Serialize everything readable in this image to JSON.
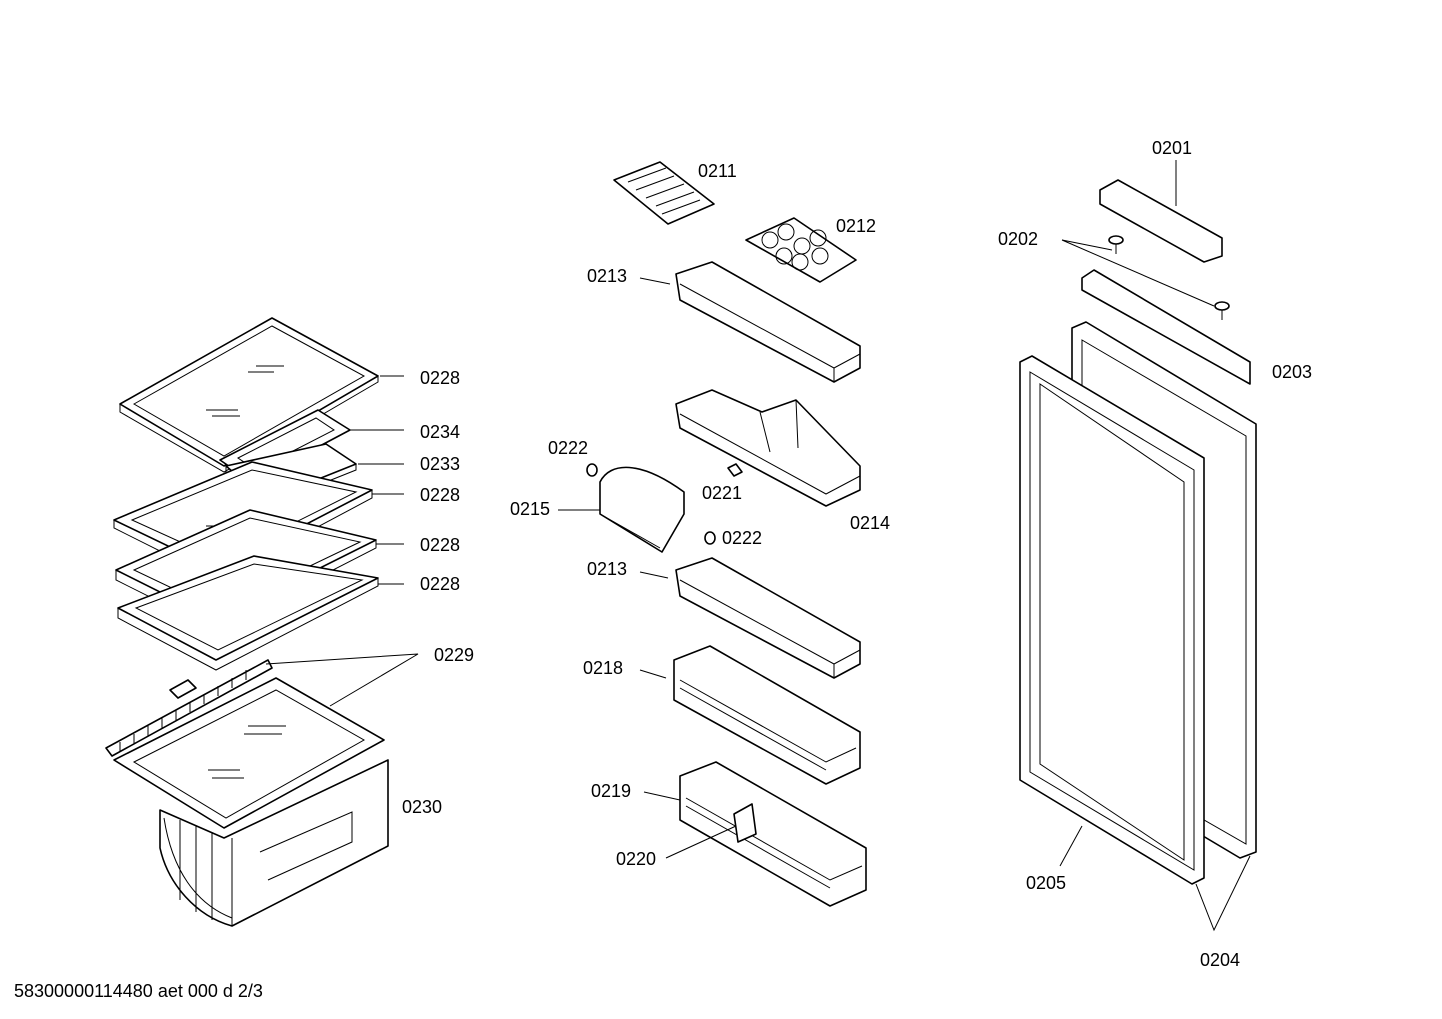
{
  "labels": {
    "l0201": "0201",
    "l0202": "0202",
    "l0203": "0203",
    "l0204": "0204",
    "l0205": "0205",
    "l0211": "0211",
    "l0212": "0212",
    "l0213a": "0213",
    "l0213b": "0213",
    "l0214": "0214",
    "l0215": "0215",
    "l0218": "0218",
    "l0219": "0219",
    "l0220": "0220",
    "l0221": "0221",
    "l0222a": "0222",
    "l0222b": "0222",
    "l0228a": "0228",
    "l0228b": "0228",
    "l0228c": "0228",
    "l0228d": "0228",
    "l0229": "0229",
    "l0230": "0230",
    "l0233": "0233",
    "l0234": "0234"
  },
  "footer": "58300000114480 aet 000 d 2/3"
}
